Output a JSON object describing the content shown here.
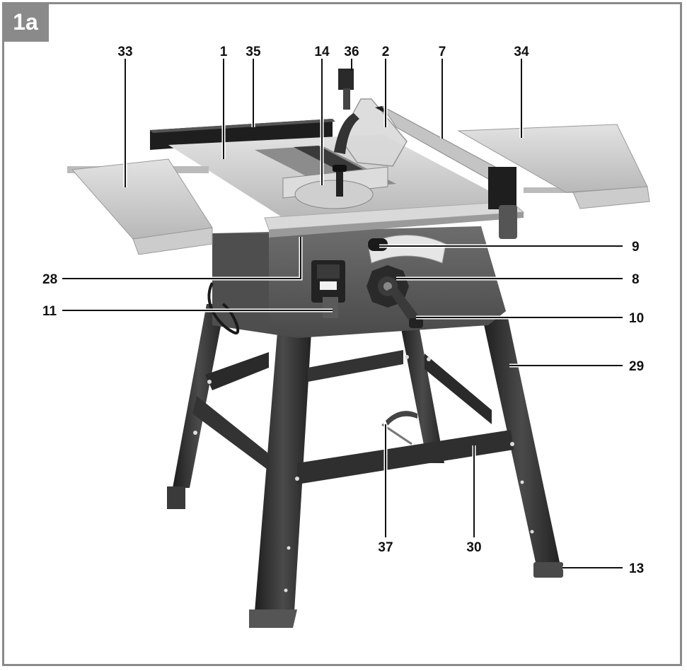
{
  "figure_id": "1a",
  "colors": {
    "frame": "#8a8a8a",
    "leg": "#2e2e2e",
    "metal": "#cfcfcf",
    "housing": "#5a5a5a",
    "label": "#111111"
  },
  "callouts": {
    "c1": "1",
    "c2": "2",
    "c7": "7",
    "c8": "8",
    "c9": "9",
    "c10": "10",
    "c11": "11",
    "c13": "13",
    "c14": "14",
    "c28": "28",
    "c29": "29",
    "c30": "30",
    "c33": "33",
    "c34": "34",
    "c35": "35",
    "c36": "36",
    "c37": "37"
  }
}
